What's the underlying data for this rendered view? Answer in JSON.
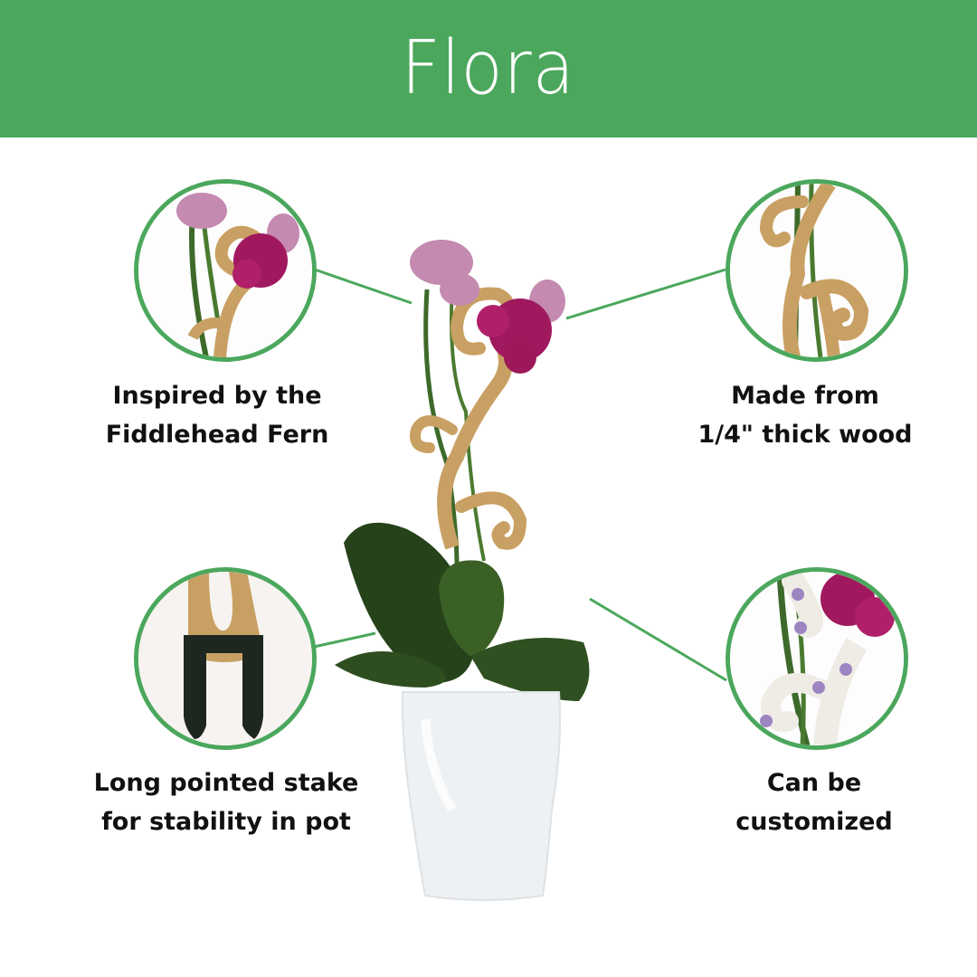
{
  "banner": {
    "title": "Flora",
    "color": "#4ba75c"
  },
  "features": [
    {
      "id": "fern",
      "line1": "Inspired by the",
      "line2": "Fiddlehead Fern",
      "image": "orchid-closeup"
    },
    {
      "id": "wood",
      "line1": "Made from",
      "line2": "1/4\" thick wood",
      "image": "wood-swirl-closeup"
    },
    {
      "id": "stake",
      "line1": "Long pointed stake",
      "line2": "for stability in pot",
      "image": "stake-closeup"
    },
    {
      "id": "custom",
      "line1": "Can be",
      "line2": "customized",
      "image": "polka-dot-closeup"
    }
  ],
  "hero": {
    "image": "orchid-in-white-pot-with-wooden-fern-support"
  },
  "colors": {
    "accent": "#4ba75c",
    "wood": "#c9a063",
    "leaf": "#2f4f1f",
    "petal_light": "#c48ab0",
    "petal_dark": "#a0195f",
    "dot": "#9d85c2"
  }
}
